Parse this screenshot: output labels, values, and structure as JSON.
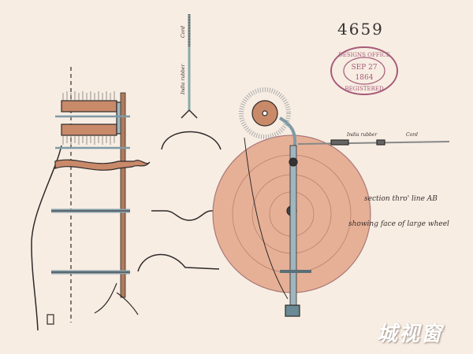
{
  "sheet": {
    "number": "4659",
    "stamp": {
      "top": "DESIGNS OFFICE",
      "date": "SEP 27",
      "year": "1864",
      "bottom": "REGISTERED",
      "color": "#a65a78"
    },
    "captions": {
      "section": "section thro' line AB",
      "face": "showing face of large wheel",
      "india_rubber": "India rubber",
      "cord": "Cord"
    },
    "watermark": "城视窗"
  },
  "colors": {
    "paper": "#f7ede3",
    "wheel": "#e6b096",
    "ink": "#2e2a2a",
    "metal": "#9fb6bf",
    "wood": "#b07a5a"
  }
}
